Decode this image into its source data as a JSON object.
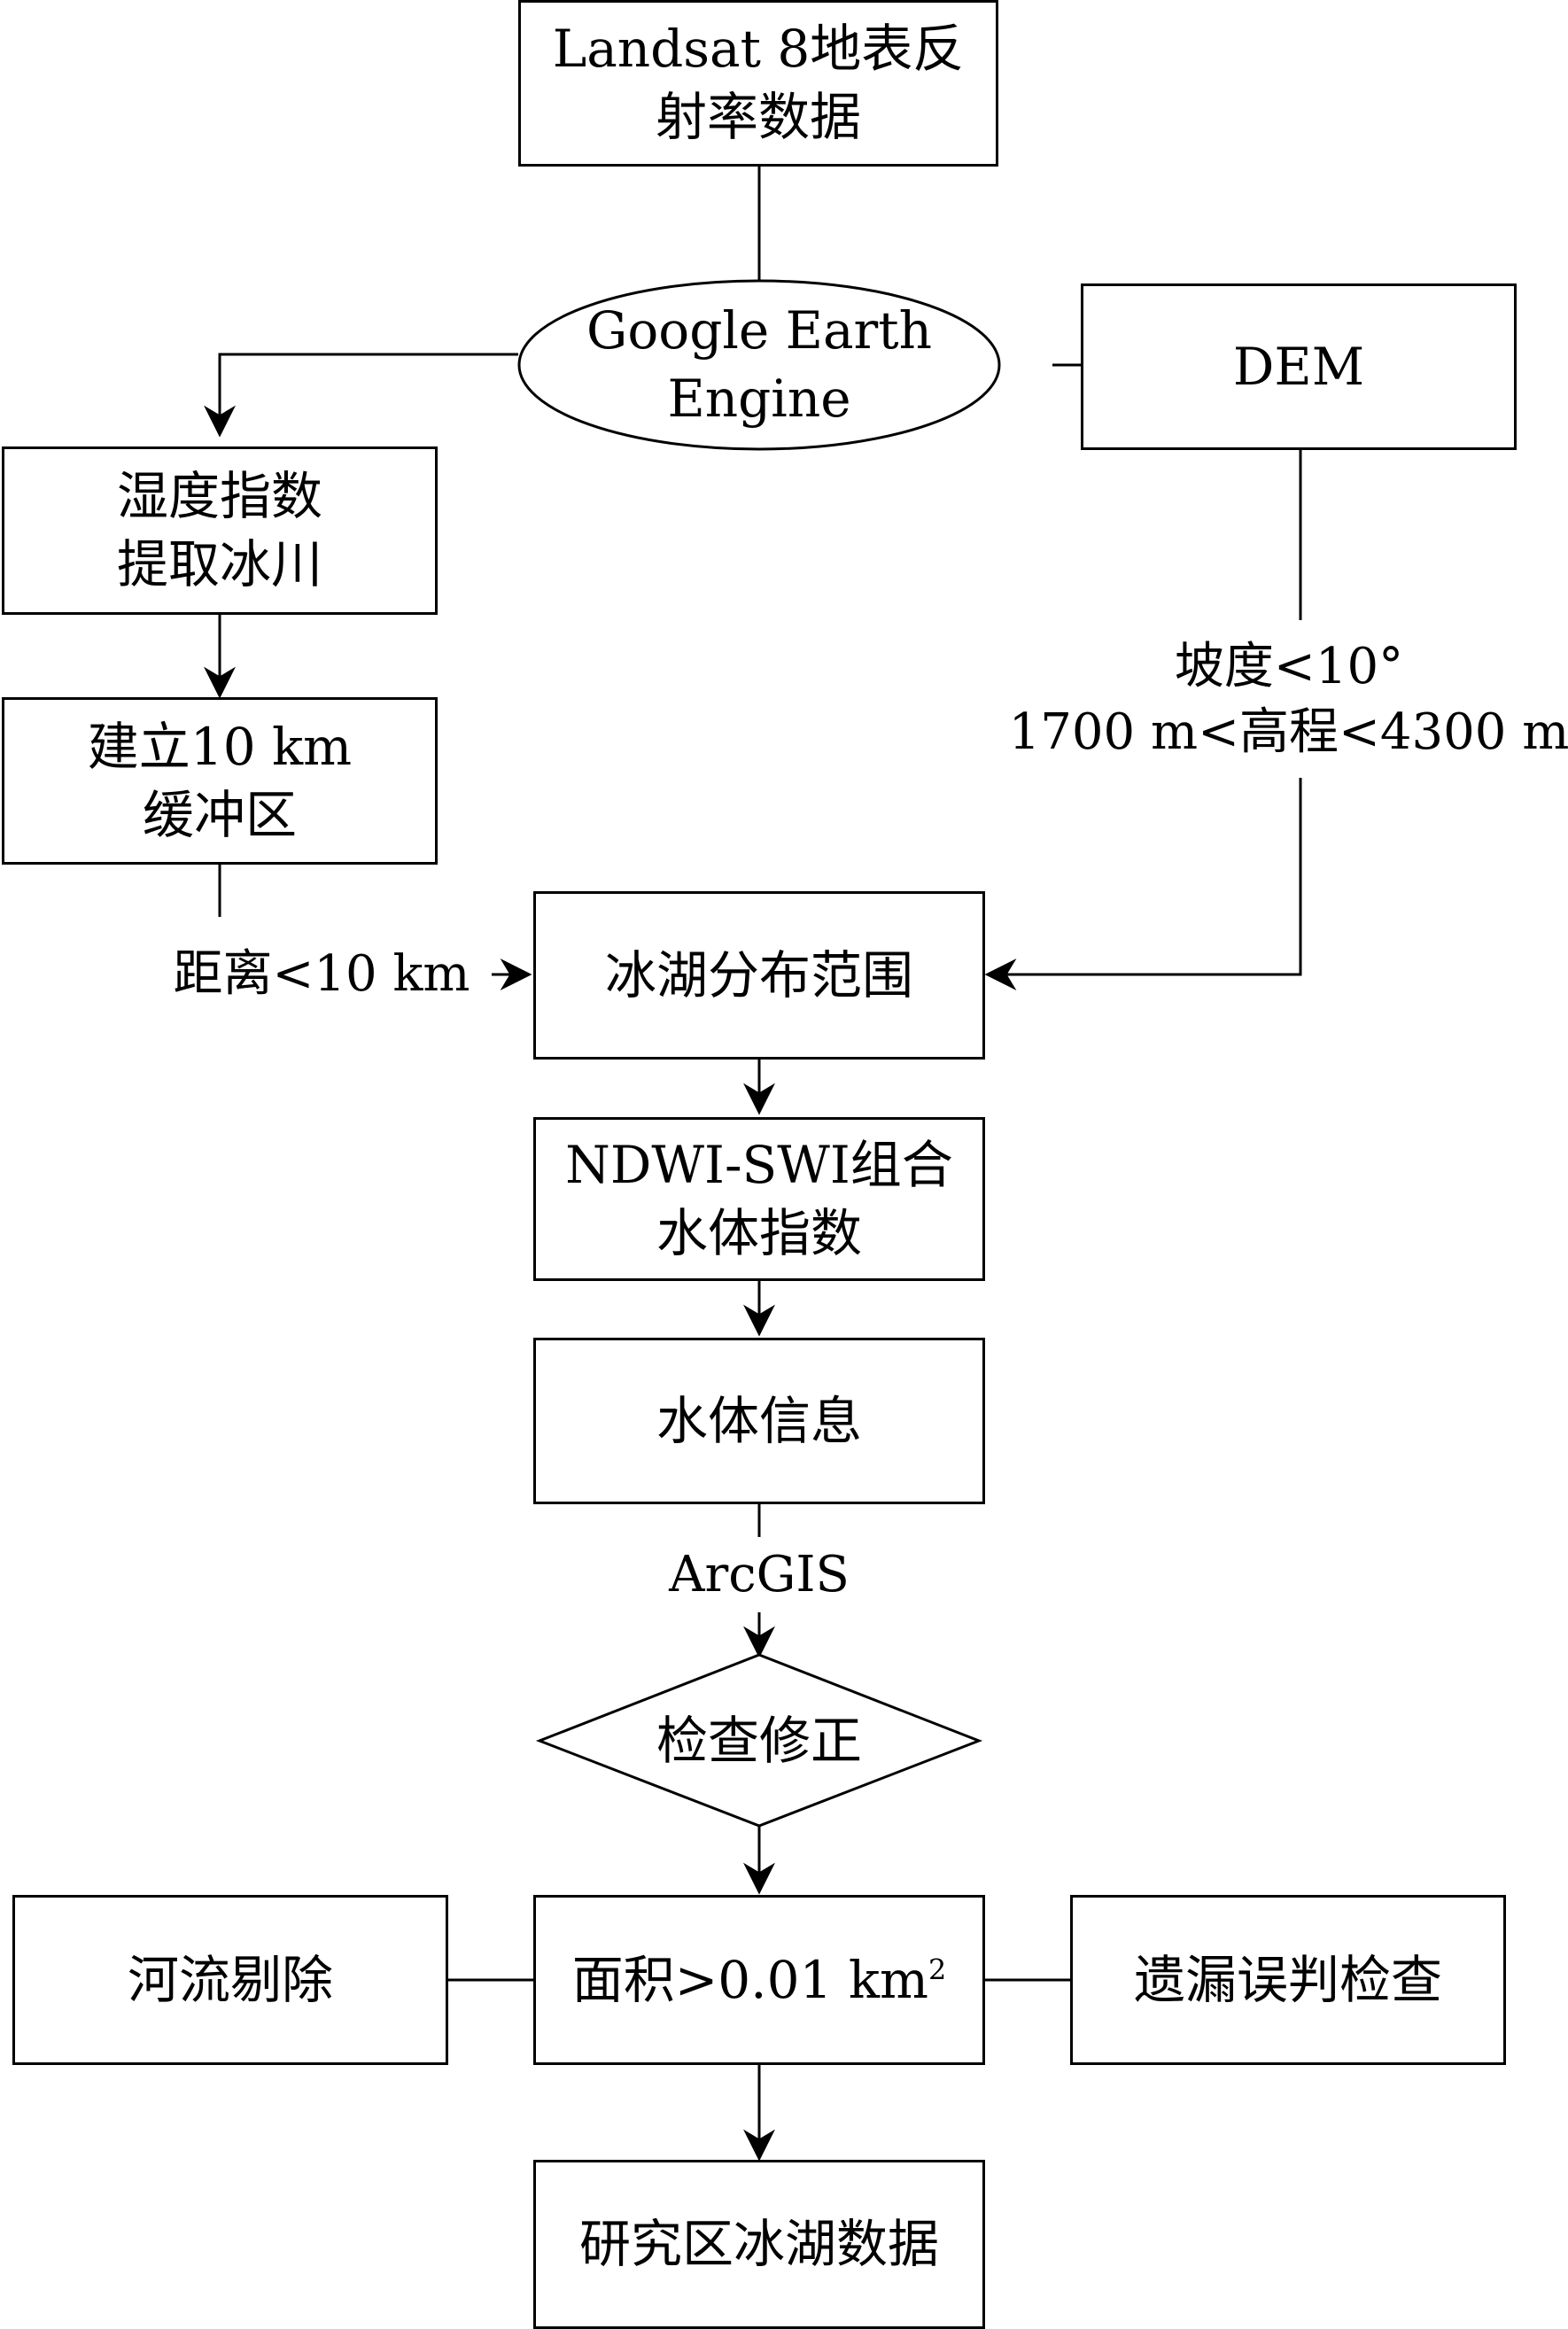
{
  "nodes": {
    "landsat": {
      "line1": "Landsat 8地表反",
      "line2": "射率数据"
    },
    "gee": {
      "line1": "Google Earth",
      "line2": "Engine"
    },
    "dem": {
      "label": "DEM"
    },
    "wetness": {
      "line1": "湿度指数",
      "line2": "提取冰川"
    },
    "buffer": {
      "line1": "建立10 km",
      "line2": "缓冲区"
    },
    "lake_range": {
      "label": "冰湖分布范围"
    },
    "ndwi_swi": {
      "line1": "NDWI-SWI组合",
      "line2": "水体指数"
    },
    "water_info": {
      "label": "水体信息"
    },
    "check": {
      "label": "检查修正"
    },
    "area": {
      "text": "面积>0.01 km",
      "sup": "2"
    },
    "river": {
      "label": "河流剔除"
    },
    "omission": {
      "label": "遗漏误判检查"
    },
    "result": {
      "label": "研究区冰湖数据"
    }
  },
  "edge_labels": {
    "dem_condition": {
      "line1": "坡度<10°",
      "line2": "1700 m<高程<4300 m"
    },
    "distance": "距离<10 km",
    "arcgis": "ArcGIS"
  }
}
